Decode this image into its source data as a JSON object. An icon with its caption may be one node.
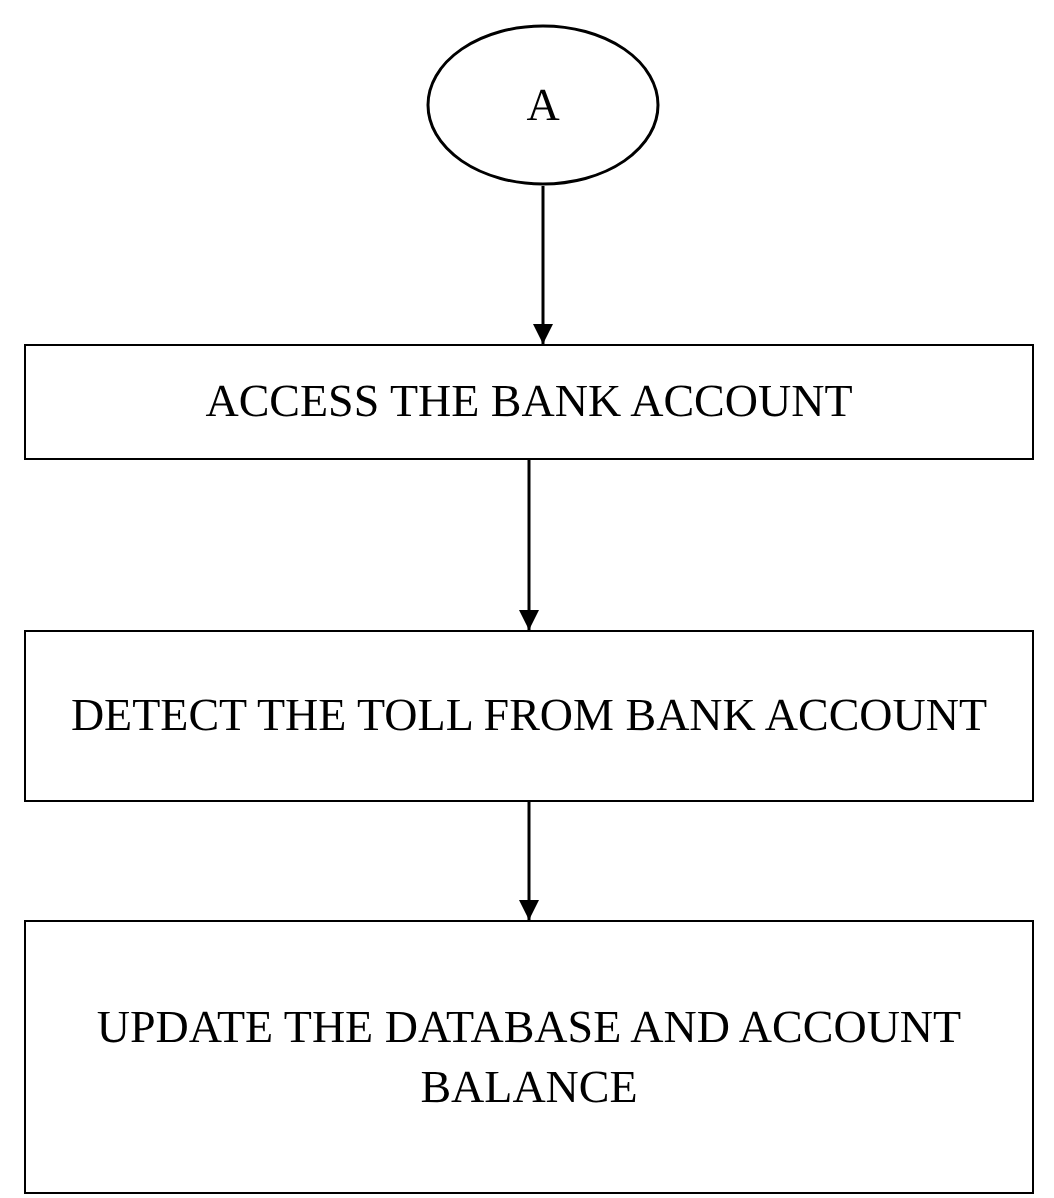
{
  "diagram": {
    "nodes": [
      {
        "text": [
          "A"
        ]
      },
      {
        "text": [
          "ACCESS THE BANK ACCOUNT"
        ]
      },
      {
        "text": [
          "DETECT THE TOLL FROM BANK ACCOUNT"
        ]
      },
      {
        "text": [
          "UPDATE THE DATABASE AND ACCOUNT BALANCE"
        ]
      }
    ],
    "edges": [
      {
        "from": 0,
        "to": 1,
        "arrow": "to"
      },
      {
        "from": 1,
        "to": 2,
        "arrow": "to"
      },
      {
        "from": 2,
        "to": 3,
        "arrow": "to"
      }
    ]
  }
}
